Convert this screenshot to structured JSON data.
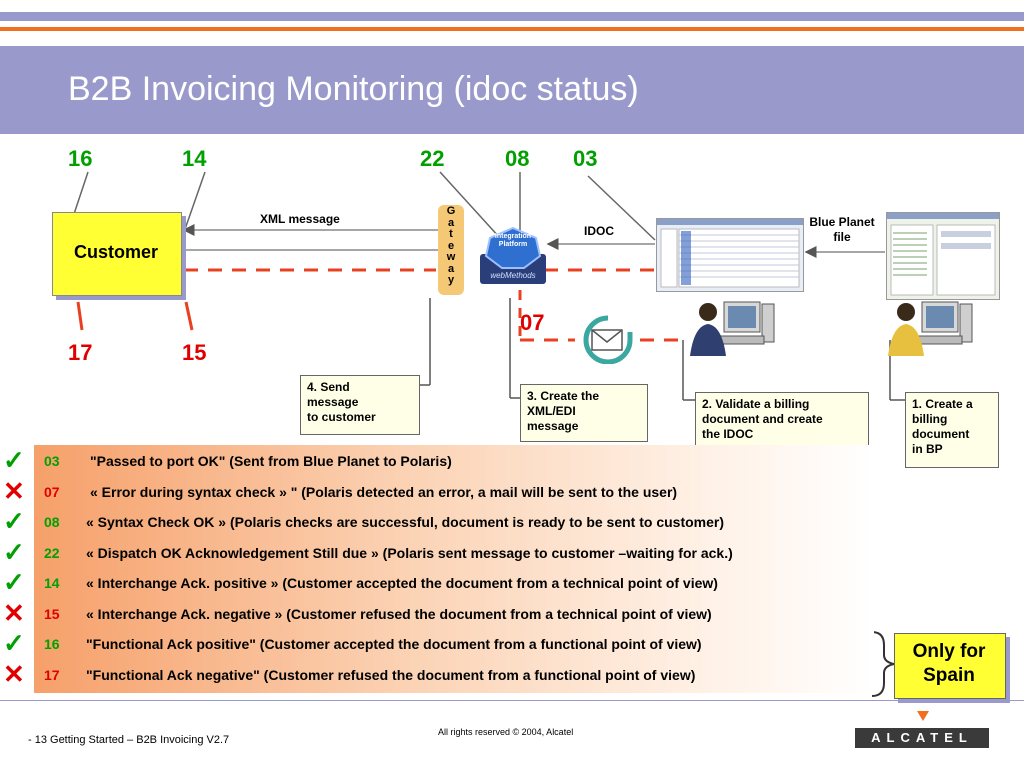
{
  "slide": {
    "title": "B2B Invoicing Monitoring (idoc status)"
  },
  "diagram": {
    "top_codes": {
      "c16": "16",
      "c14": "14",
      "c22": "22",
      "c08": "08",
      "c03": "03"
    },
    "bottom_codes": {
      "c17": "17",
      "c15": "15",
      "c07": "07"
    },
    "customer_label": "Customer",
    "gateway_letters": "G\na\nt\ne\nw\na\ny",
    "xml_message_label": "XML message",
    "idoc_label": "IDOC",
    "blue_planet_file_label": "Blue Planet\nfile",
    "integration_platform_label": "Integration\nPlatform",
    "webmethods_label": "webMethods",
    "steps": {
      "step4": "4. Send\nmessage\nto customer",
      "step3": "3. Create the\nXML/EDI\nmessage",
      "step2": "2. Validate a billing\ndocument and create\nthe IDOC",
      "step1": "1. Create a\nbilling\ndocument\nin BP"
    }
  },
  "status_rows": [
    {
      "code": "03",
      "text": "\"Passed to port OK\" (Sent from Blue Planet to Polaris)",
      "ok": true
    },
    {
      "code": "07",
      "text": "« Error during syntax check » \" (Polaris detected an error, a mail will be sent to the user)",
      "ok": false
    },
    {
      "code": "08",
      "text": "« Syntax Check OK » (Polaris checks are successful, document is ready to be sent to customer)",
      "ok": true
    },
    {
      "code": "22",
      "text": "« Dispatch OK Acknowledgement Still due » (Polaris sent message to customer –waiting for ack.)",
      "ok": true
    },
    {
      "code": "14",
      "text": "« Interchange Ack. positive  » (Customer accepted the document from a technical point of view)",
      "ok": true
    },
    {
      "code": "15",
      "text": "« Interchange Ack. negative » (Customer refused the document from a technical point of view)",
      "ok": false
    },
    {
      "code": "16",
      "text": "\"Functional Ack positive\" (Customer accepted the document from a functional point of view)",
      "ok": true
    },
    {
      "code": "17",
      "text": "\"Functional Ack negative\" (Customer refused the document from a functional point of view)",
      "ok": false
    }
  ],
  "marks": {
    "ok_symbol": "✓",
    "error_symbol": "✕"
  },
  "spain_note": "Only for\nSpain",
  "footer": {
    "left": "- 13 Getting Started – B2B Invoicing V2.7",
    "center": "All rights reserved © 2004, Alcatel",
    "logo": "ALCATEL"
  },
  "colors": {
    "ok": "#00a000",
    "error": "#e00000",
    "accent_bar": "#9999cc",
    "orange": "#f07020"
  }
}
